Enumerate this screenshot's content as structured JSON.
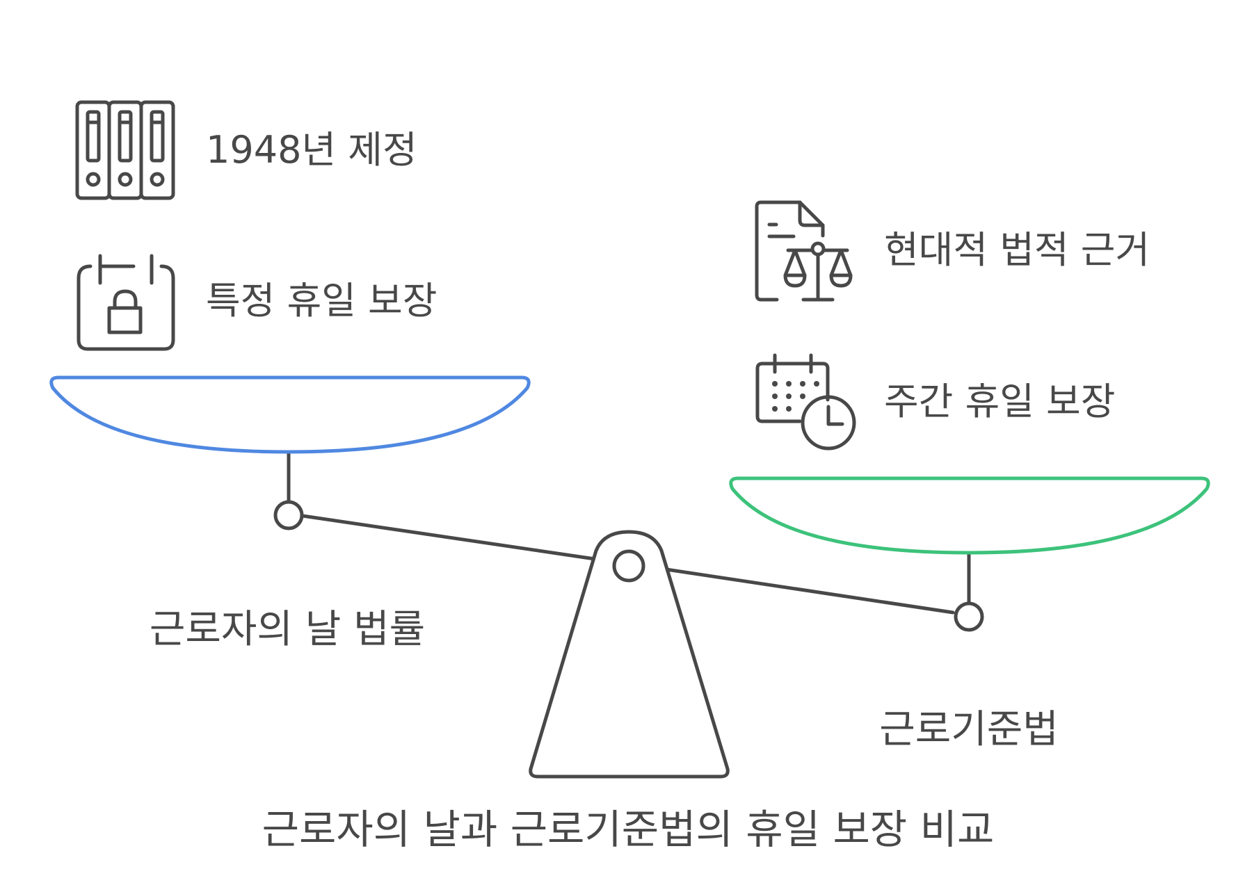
{
  "diagram": {
    "caption": "근로자의 날과 근로기준법의 휴일 보장 비교",
    "left": {
      "name": "근로자의 날 법률",
      "features": [
        {
          "label": "1948년 제정",
          "icon": "binders-icon"
        },
        {
          "label": "특정 휴일 보장",
          "icon": "locked-calendar-icon"
        }
      ],
      "pan_color": "#4F88E1"
    },
    "right": {
      "name": "근로기준법",
      "features": [
        {
          "label": "현대적 법적 근거",
          "icon": "legal-document-scale-icon"
        },
        {
          "label": "주간 휴일 보장",
          "icon": "calendar-clock-icon"
        }
      ],
      "pan_color": "#3DC27B"
    },
    "line_color": "#484848"
  }
}
